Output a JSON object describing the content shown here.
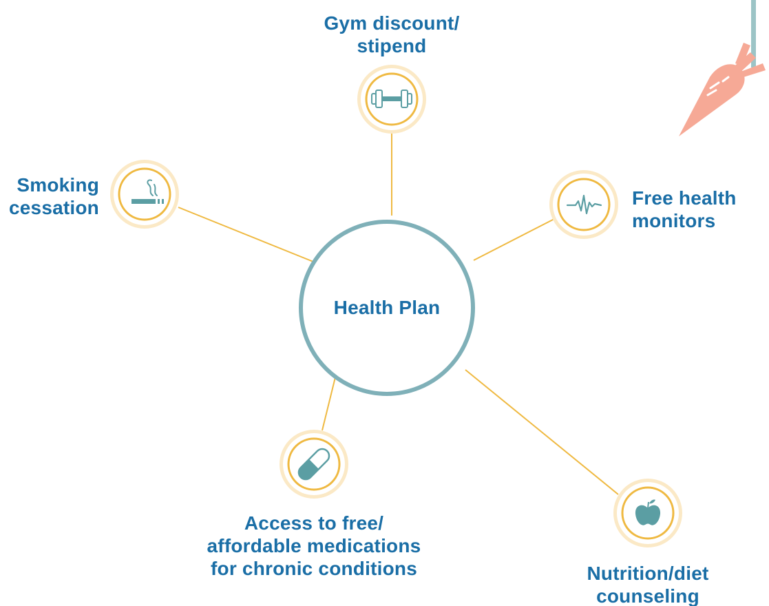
{
  "center": {
    "label": "Health Plan"
  },
  "nodes": [
    {
      "id": "gym",
      "label_lines": [
        "Gym discount/",
        "stipend"
      ],
      "icon": "dumbbell-icon"
    },
    {
      "id": "smoking",
      "label_lines": [
        "Smoking",
        "cessation"
      ],
      "icon": "cigarette-icon"
    },
    {
      "id": "monitors",
      "label_lines": [
        "Free health",
        "monitors"
      ],
      "icon": "heartbeat-icon"
    },
    {
      "id": "medications",
      "label_lines": [
        "Access to free/",
        "affordable medications",
        "for chronic conditions"
      ],
      "icon": "pill-icon"
    },
    {
      "id": "nutrition",
      "label_lines": [
        "Nutrition/diet",
        "counseling"
      ],
      "icon": "apple-icon"
    }
  ],
  "decoration": {
    "icon": "carrot-on-string-icon"
  },
  "colors": {
    "text": "#1a6ea6",
    "center_ring": "#7fb0b8",
    "node_ring": "#efb941",
    "node_halo": "#fbe9c6",
    "connector": "#efb941",
    "icon": "#5b9ea3",
    "carrot": "#f6a996",
    "string": "#9cc4c6"
  }
}
